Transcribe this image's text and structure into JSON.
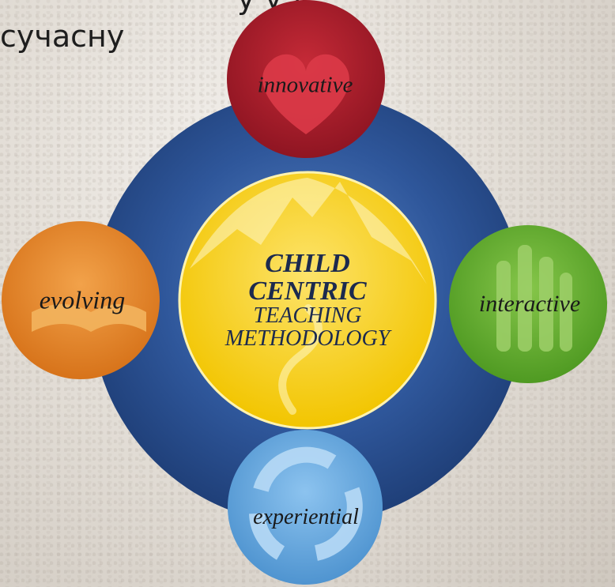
{
  "header": {
    "line1": "у у у",
    "line2": "сучасну"
  },
  "diagram": {
    "center": {
      "line1": "CHILD",
      "line2": "CENTRIC",
      "line3": "TEACHING",
      "line4": "METHODOLOGY"
    },
    "nodes": [
      {
        "label": "innovative",
        "icon": "heart-icon",
        "color": "#b41f2e"
      },
      {
        "label": "interactive",
        "icon": "raised-hands-icon",
        "color": "#6fb636"
      },
      {
        "label": "experiential",
        "icon": "cycle-arrows-icon",
        "color": "#6aaee0"
      },
      {
        "label": "evolving",
        "icon": "open-book-icon",
        "color": "#e98c2a"
      }
    ],
    "colors": {
      "ring": "#2f579b",
      "center": "#f7d21c"
    }
  }
}
